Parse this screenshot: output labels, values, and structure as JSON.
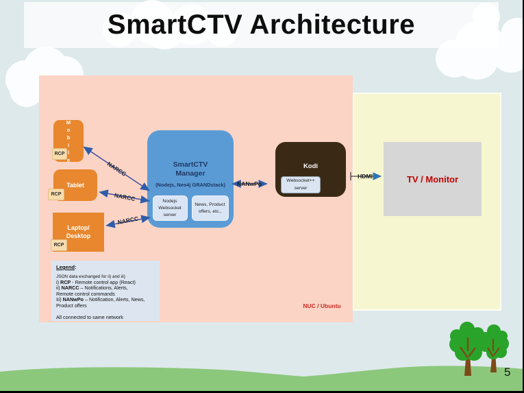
{
  "slide": {
    "title": "SmartCTV Architecture",
    "page_number": "5"
  },
  "colors": {
    "sky": "#dee9ec",
    "pink_panel": "#fcd4c5",
    "yellow_panel": "#f6f6d1",
    "device_orange": "#e8872e",
    "manager_blue": "#5b9bd5",
    "manager_text_navy": "#1f3864",
    "kodi_brown": "#3a2a15",
    "tv_gray": "#d6d6d6",
    "tv_text_red": "#c00000",
    "nuc_text_red": "#cc2b24",
    "arrow_blue": "#3f51a0",
    "grass_green": "#8cc87c",
    "tree_green": "#2aa32a"
  },
  "devices": {
    "mobile": {
      "label": "Mobile",
      "badge": "RCP"
    },
    "tablet": {
      "label": "Tablet",
      "badge": "RCP"
    },
    "laptop": {
      "label": "Laptop/ Desktop",
      "badge": "RCP"
    }
  },
  "manager": {
    "title": "SmartCTV Manager",
    "subtitle": "(Nodejs, Neo4j GRANDstack)",
    "module_websocket": "Nodejs Websocket server",
    "module_news": "News, Product offers, etc.,"
  },
  "kodi": {
    "title": "Kodi",
    "module": "Websocket++ server"
  },
  "tv": {
    "label": "TV / Monitor"
  },
  "host_label": "NUC / Ubuntu",
  "links": {
    "narcc": "NARCC",
    "nanwpo": "NANwPo",
    "hdmi": "HDMI"
  },
  "legend": {
    "heading": "Legend",
    "heading_suffix": ":",
    "note": "JSON data exchanged for ii) and iii)",
    "items": [
      {
        "pre": "i) ",
        "key": "RCP",
        "rest": " - Remote control app (React)"
      },
      {
        "pre": "ii) ",
        "key": "NARCC",
        "rest": " – Notifications, Alerts,"
      },
      {
        "pre": "",
        "key": "",
        "rest": "Remote control commands"
      },
      {
        "pre": "Iii) ",
        "key": "NANwPo",
        "rest": " – Notification, Alerts, News,"
      },
      {
        "pre": "",
        "key": "",
        "rest": "Product offers"
      }
    ],
    "footer": "All connected to same network"
  }
}
